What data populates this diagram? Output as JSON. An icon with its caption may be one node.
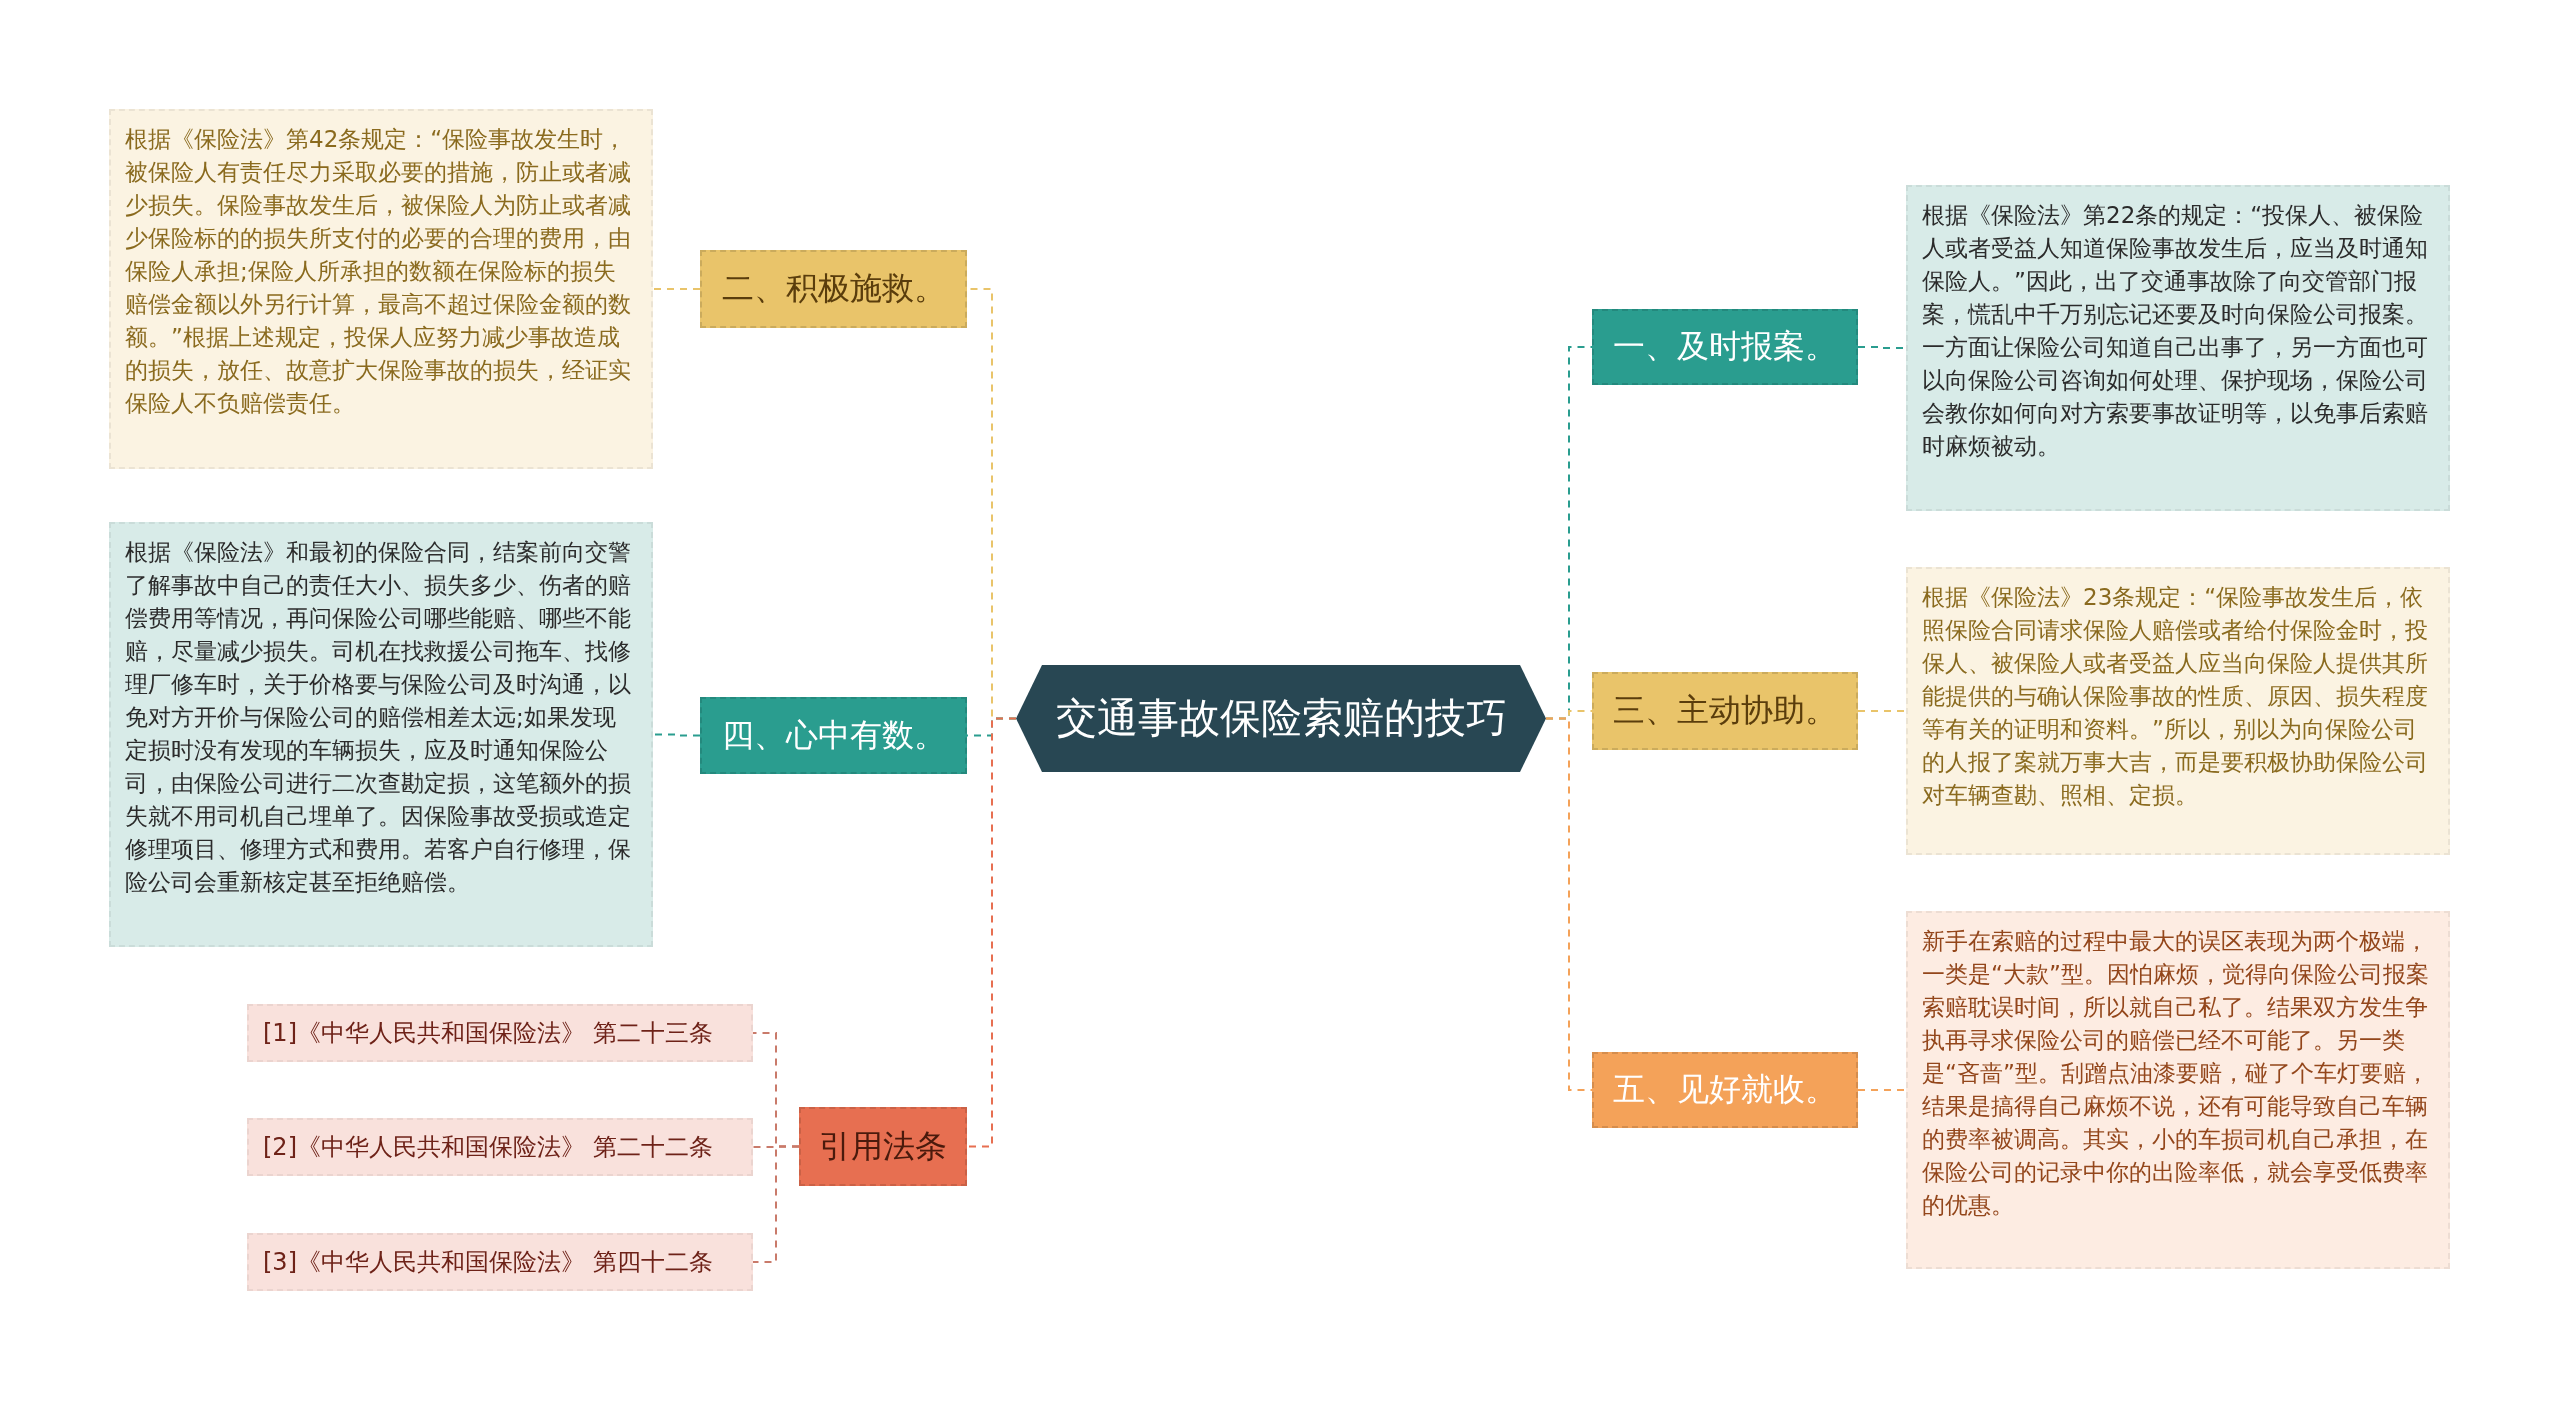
{
  "diagram": {
    "nodes": [
      {
        "text": [
          "交通事故保险索赔的技巧"
        ]
      },
      {
        "text": [
          "一、及时报案。"
        ]
      },
      {
        "text": [
          "根据《保险法》第22条的规定：“投保人、被保险人或者受益人知道保险事故发生后，应当及时通知保险人。”因此，出了交通事故除了向交管部门报案，慌乱中千万别忘记还要及时向保险公司报案。一方面让保险公司知道自己出事了，另一方面也可以向保险公司咨询如何处理、保护现场，保险公司会教你如何向对方索要事故证明等，以免事后索赔时麻烦被动。"
        ]
      },
      {
        "text": [
          "三、主动协助。"
        ]
      },
      {
        "text": [
          "根据《保险法》23条规定：“保险事故发生后，依照保险合同请求保险人赔偿或者给付保险金时，投保人、被保险人或者受益人应当向保险人提供其所能提供的与确认保险事故的性质、原因、损失程度等有关的证明和资料。”所以，别以为向保险公司的人报了案就万事大吉，而是要积极协助保险公司对车辆查勘、照相、定损。"
        ]
      },
      {
        "text": [
          "五、见好就收。"
        ]
      },
      {
        "text": [
          "新手在索赔的过程中最大的误区表现为两个极端，一类是“大款”型。因怕麻烦，觉得向保险公司报案索赔耽误时间，所以就自己私了。结果双方发生争执再寻求保险公司的赔偿已经不可能了。另一类是“吝啬”型。刮蹭点油漆要赔，碰了个车灯要赔，结果是搞得自己麻烦不说，还有可能导致自己车辆的费率被调高。其实，小的车损司机自己承担，在保险公司的记录中你的出险率低，就会享受低费率的优惠。"
        ]
      },
      {
        "text": [
          "二、积极施救。"
        ]
      },
      {
        "text": [
          "根据《保险法》第42条规定：“保险事故发生时，被保险人有责任尽力采取必要的措施，防止或者减少损失。保险事故发生后，被保险人为防止或者减少保险标的的损失所支付的必要的合理的费用，由保险人承担;保险人所承担的数额在保险标的损失赔偿金额以外另行计算，最高不超过保险金额的数额。”根据上述规定，投保人应努力减少事故造成的损失，放任、故意扩大保险事故的损失，经证实保险人不负赔偿责任。"
        ]
      },
      {
        "text": [
          "四、心中有数。"
        ]
      },
      {
        "text": [
          "根据《保险法》和最初的保险合同，结案前向交警了解事故中自己的责任大小、损失多少、伤者的赔偿费用等情况，再问保险公司哪些能赔、哪些不能赔，尽量减少损失。司机在找救援公司拖车、找修理厂修车时，关于价格要与保险公司及时沟通，以免对方开价与保险公司的赔偿相差太远;如果发现定损时没有发现的车辆损失，应及时通知保险公司，由保险公司进行二次查勘定损，这笔额外的损失就不用司机自己埋单了。因保险事故受损或造定修理项目、修理方式和费用。若客户自行修理，保险公司会重新核定甚至拒绝赔偿。"
        ]
      },
      {
        "text": [
          "引用法条"
        ]
      },
      {
        "text": [
          "[1]《中华人民共和国保险法》 第二十三条"
        ]
      },
      {
        "text": [
          "[2]《中华人民共和国保险法》 第二十二条"
        ]
      },
      {
        "text": [
          "[3]《中华人民共和国保险法》 第四十二条"
        ]
      }
    ],
    "edges": [
      {
        "from": 0,
        "to": 1,
        "arrow": "none",
        "style": "dashed",
        "color": "#2a9d8f"
      },
      {
        "from": 1,
        "to": 2,
        "arrow": "none",
        "style": "dashed",
        "color": "#2a9d8f"
      },
      {
        "from": 0,
        "to": 3,
        "arrow": "none",
        "style": "dashed",
        "color": "#e9c46a"
      },
      {
        "from": 3,
        "to": 4,
        "arrow": "none",
        "style": "dashed",
        "color": "#e9c46a"
      },
      {
        "from": 0,
        "to": 5,
        "arrow": "none",
        "style": "dashed",
        "color": "#f4a259"
      },
      {
        "from": 5,
        "to": 6,
        "arrow": "none",
        "style": "dashed",
        "color": "#f4a259"
      },
      {
        "from": 0,
        "to": 7,
        "arrow": "none",
        "style": "dashed",
        "color": "#e9c46a"
      },
      {
        "from": 7,
        "to": 8,
        "arrow": "none",
        "style": "dashed",
        "color": "#e9c46a"
      },
      {
        "from": 0,
        "to": 9,
        "arrow": "none",
        "style": "dashed",
        "color": "#2a9d8f"
      },
      {
        "from": 9,
        "to": 10,
        "arrow": "none",
        "style": "dashed",
        "color": "#2a9d8f"
      },
      {
        "from": 0,
        "to": 11,
        "arrow": "none",
        "style": "dashed",
        "color": "#e76f51"
      },
      {
        "from": 11,
        "to": 12,
        "arrow": "none",
        "style": "dashed",
        "color": "#c97a6a"
      },
      {
        "from": 11,
        "to": 13,
        "arrow": "none",
        "style": "dashed",
        "color": "#c97a6a"
      },
      {
        "from": 11,
        "to": 14,
        "arrow": "none",
        "style": "dashed",
        "color": "#c97a6a"
      }
    ]
  }
}
